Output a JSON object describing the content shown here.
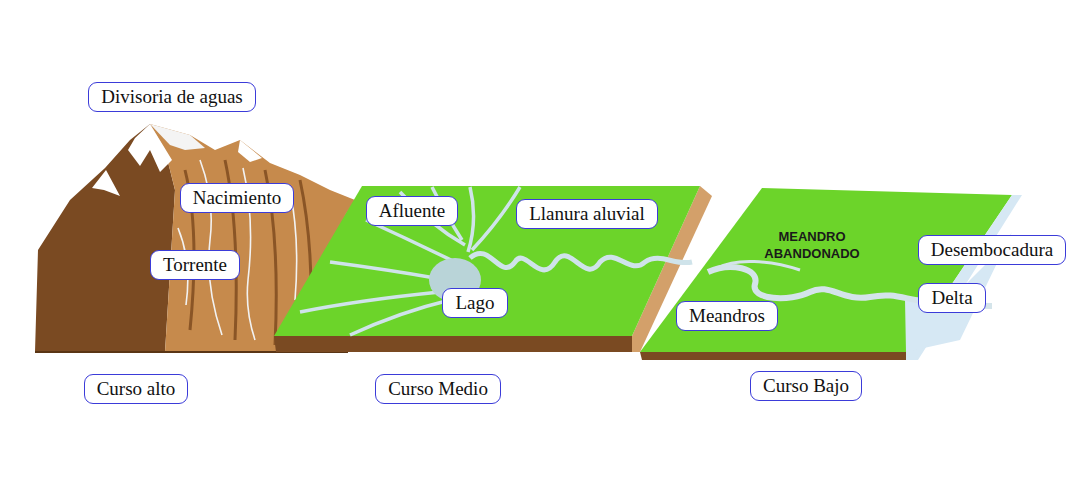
{
  "diagram": {
    "nodes": [
      {
        "text": [
          "Divisoria de aguas"
        ]
      },
      {
        "text": [
          "Nacimiento"
        ]
      },
      {
        "text": [
          "Torrente"
        ]
      },
      {
        "text": [
          "Afluente"
        ]
      },
      {
        "text": [
          "Llanura aluvial"
        ]
      },
      {
        "text": [
          "Lago"
        ]
      },
      {
        "text": [
          "Desembocadura"
        ]
      },
      {
        "text": [
          "Delta"
        ]
      },
      {
        "text": [
          "Meandros"
        ]
      },
      {
        "text": [
          "Curso alto"
        ]
      },
      {
        "text": [
          "Curso Medio"
        ]
      },
      {
        "text": [
          "Curso Bajo"
        ]
      }
    ],
    "labels": [
      "MEANDRO ABANDONADO"
    ]
  }
}
